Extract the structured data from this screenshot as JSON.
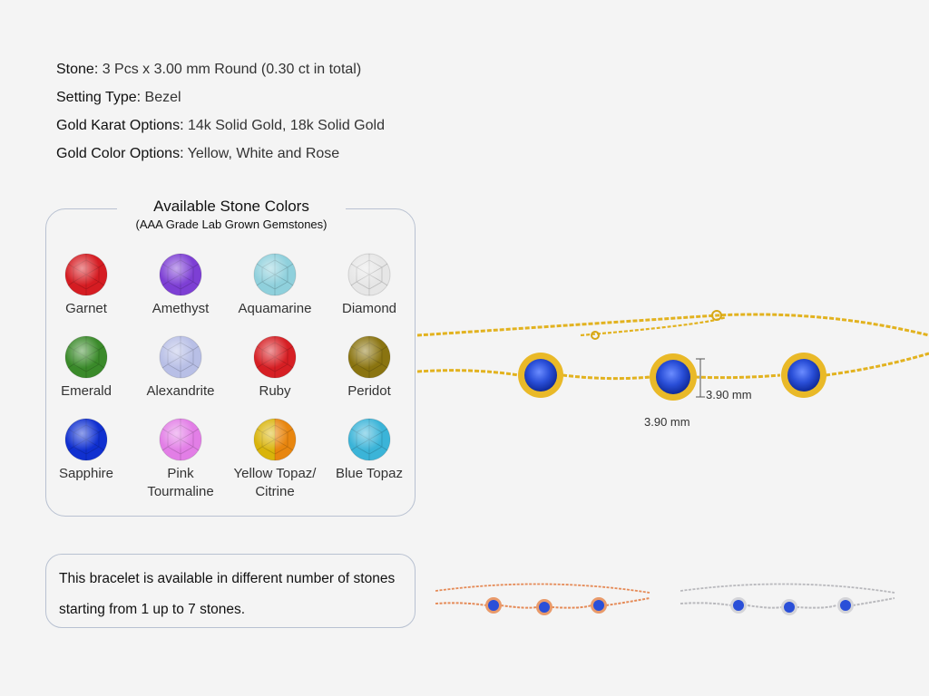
{
  "specs": [
    {
      "key": "Stone:",
      "value": " 3 Pcs x 3.00 mm Round (0.30 ct in total)"
    },
    {
      "key": "Setting Type:",
      "value": " Bezel"
    },
    {
      "key": "Gold Karat Options:",
      "value": " 14k Solid Gold, 18k Solid Gold"
    },
    {
      "key": "Gold Color Options:",
      "value": " Yellow, White and Rose"
    }
  ],
  "stone_colors": {
    "title": "Available Stone Colors",
    "subtitle": "(AAA Grade Lab Grown Gemstones)",
    "gems": [
      {
        "label": "Garnet",
        "color": "#d51c22"
      },
      {
        "label": "Amethyst",
        "color": "#7d3fd4"
      },
      {
        "label": "Aquamarine",
        "color": "#8fd0dc"
      },
      {
        "label": "Diamond",
        "color": "#e6e6e6"
      },
      {
        "label": "Emerald",
        "color": "#3a8a2a"
      },
      {
        "label": "Alexandrite",
        "color": "#b8bfe6"
      },
      {
        "label": "Ruby",
        "color": "#d61f24"
      },
      {
        "label": "Peridot",
        "color": "#8a7410"
      },
      {
        "label": "Sapphire",
        "color": "#1030d0"
      },
      {
        "label": "Pink",
        "label2": "Tourmaline",
        "color": "#e27ee6"
      },
      {
        "label": "Yellow Topaz/",
        "label2": "Citrine",
        "color": "#d9b40a",
        "color2": "#e8860f"
      },
      {
        "label": "Blue Topaz",
        "color": "#3bb4d8"
      }
    ]
  },
  "note": {
    "line1": "This bracelet is available in different number of stones",
    "line2": "starting from 1 up to 7 stones."
  },
  "dimensions": {
    "height": "3.90 mm",
    "width": "3.90 mm"
  },
  "bracelet_colors": {
    "yellow": "#e8b923",
    "rose": "#e58b58",
    "white": "#c9c9cc",
    "stone": "#2a4fd8"
  }
}
